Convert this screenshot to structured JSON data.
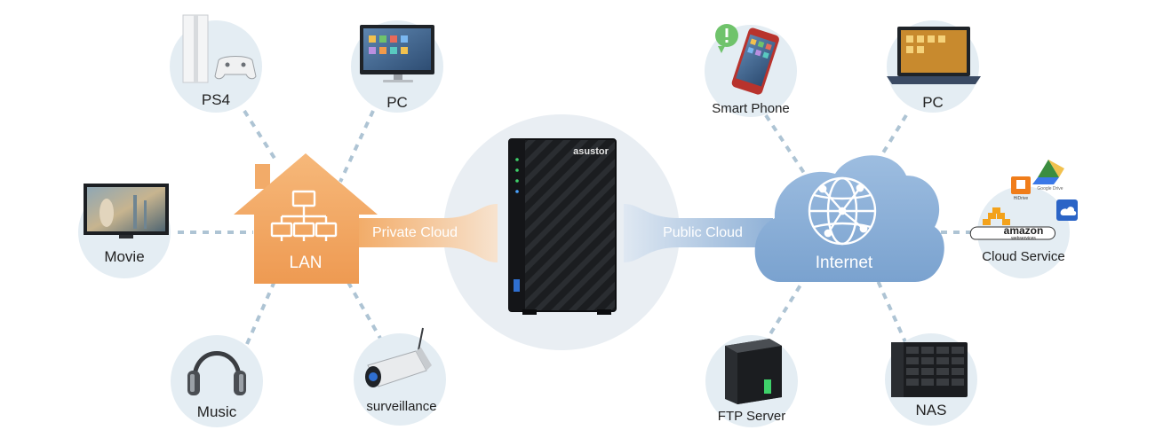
{
  "center": {
    "brand": "asustor"
  },
  "lan": {
    "label": "LAN",
    "link_label": "Private Cloud",
    "devices": {
      "ps4": "PS4",
      "pc": "PC",
      "movie": "Movie",
      "music": "Music",
      "surveillance": "surveillance"
    }
  },
  "internet": {
    "label": "Internet",
    "link_label": "Public Cloud",
    "devices": {
      "smart_phone": "Smart Phone",
      "pc": "PC",
      "cloud_service": "Cloud Service",
      "ftp_server": "FTP Server",
      "nas": "NAS"
    }
  },
  "cloud_logos": {
    "amazon": "amazon",
    "amazon_sub": "webservices",
    "hidrive": "HiDrive",
    "google_drive": "Google Drive"
  },
  "colors": {
    "circle_bg": "#e4edf3",
    "dash_line": "#aec4d4",
    "lan_orange": "#f0a560",
    "internet_blue": "#8fb1d7"
  }
}
